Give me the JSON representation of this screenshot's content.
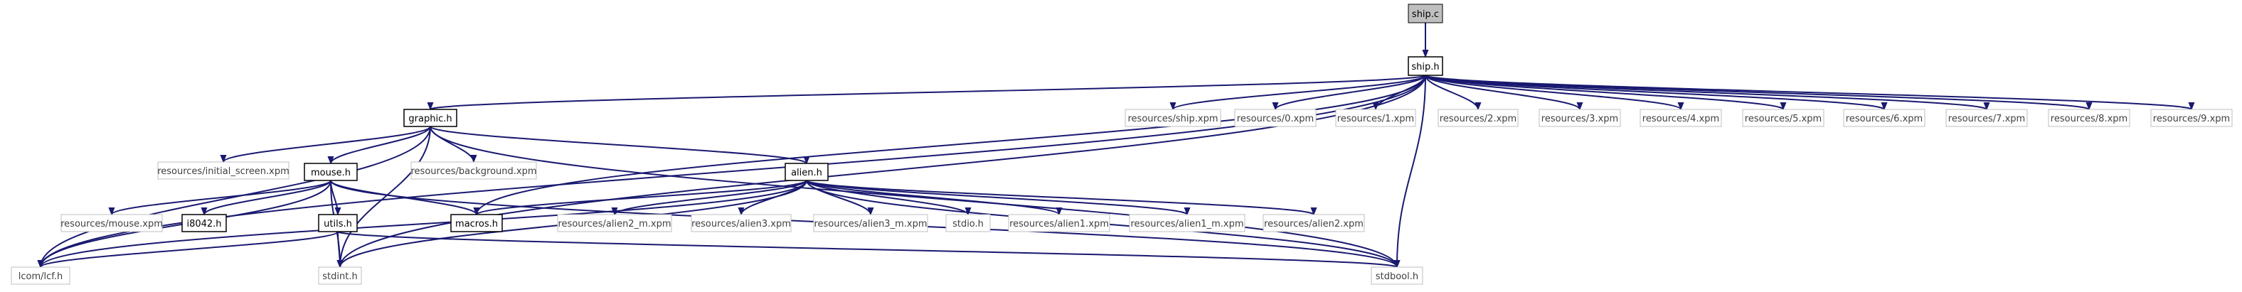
{
  "diagram": {
    "nodes": [
      {
        "id": "ship_c",
        "label": "ship.c",
        "style": "root"
      },
      {
        "id": "ship_h",
        "label": "ship.h",
        "style": "file"
      },
      {
        "id": "graphic_h",
        "label": "graphic.h",
        "style": "file"
      },
      {
        "id": "res_ship",
        "label": "resources/ship.xpm",
        "style": "missing"
      },
      {
        "id": "res_0",
        "label": "resources/0.xpm",
        "style": "missing"
      },
      {
        "id": "res_1",
        "label": "resources/1.xpm",
        "style": "missing"
      },
      {
        "id": "res_2",
        "label": "resources/2.xpm",
        "style": "missing"
      },
      {
        "id": "res_3",
        "label": "resources/3.xpm",
        "style": "missing"
      },
      {
        "id": "res_4",
        "label": "resources/4.xpm",
        "style": "missing"
      },
      {
        "id": "res_5",
        "label": "resources/5.xpm",
        "style": "missing"
      },
      {
        "id": "res_6",
        "label": "resources/6.xpm",
        "style": "missing"
      },
      {
        "id": "res_7",
        "label": "resources/7.xpm",
        "style": "missing"
      },
      {
        "id": "res_8",
        "label": "resources/8.xpm",
        "style": "missing"
      },
      {
        "id": "res_9",
        "label": "resources/9.xpm",
        "style": "missing"
      },
      {
        "id": "res_initial",
        "label": "resources/initial_screen.xpm",
        "style": "missing"
      },
      {
        "id": "res_background",
        "label": "resources/background.xpm",
        "style": "missing"
      },
      {
        "id": "mouse_h",
        "label": "mouse.h",
        "style": "file"
      },
      {
        "id": "alien_h",
        "label": "alien.h",
        "style": "file"
      },
      {
        "id": "res_mouse",
        "label": "resources/mouse.xpm",
        "style": "missing"
      },
      {
        "id": "i8042_h",
        "label": "i8042.h",
        "style": "file"
      },
      {
        "id": "utils_h",
        "label": "utils.h",
        "style": "file"
      },
      {
        "id": "macros_h",
        "label": "macros.h",
        "style": "file"
      },
      {
        "id": "res_alien2_m",
        "label": "resources/alien2_m.xpm",
        "style": "missing"
      },
      {
        "id": "res_alien3",
        "label": "resources/alien3.xpm",
        "style": "missing"
      },
      {
        "id": "res_alien3_m",
        "label": "resources/alien3_m.xpm",
        "style": "missing"
      },
      {
        "id": "stdio_h",
        "label": "stdio.h",
        "style": "missing"
      },
      {
        "id": "res_alien1",
        "label": "resources/alien1.xpm",
        "style": "missing"
      },
      {
        "id": "res_alien1_m",
        "label": "resources/alien1_m.xpm",
        "style": "missing"
      },
      {
        "id": "res_alien2",
        "label": "resources/alien2.xpm",
        "style": "missing"
      },
      {
        "id": "lcf_h",
        "label": "lcom/lcf.h",
        "style": "missing"
      },
      {
        "id": "stdint_h",
        "label": "stdint.h",
        "style": "missing"
      },
      {
        "id": "stdbool_h",
        "label": "stdbool.h",
        "style": "missing"
      }
    ],
    "edges": [
      {
        "from": "ship_c",
        "to": "ship_h"
      },
      {
        "from": "ship_h",
        "to": "graphic_h"
      },
      {
        "from": "ship_h",
        "to": "res_ship"
      },
      {
        "from": "ship_h",
        "to": "res_0"
      },
      {
        "from": "ship_h",
        "to": "res_1"
      },
      {
        "from": "ship_h",
        "to": "res_2"
      },
      {
        "from": "ship_h",
        "to": "res_3"
      },
      {
        "from": "ship_h",
        "to": "res_4"
      },
      {
        "from": "ship_h",
        "to": "res_5"
      },
      {
        "from": "ship_h",
        "to": "res_6"
      },
      {
        "from": "ship_h",
        "to": "res_7"
      },
      {
        "from": "ship_h",
        "to": "res_8"
      },
      {
        "from": "ship_h",
        "to": "res_9"
      },
      {
        "from": "ship_h",
        "to": "lcf_h"
      },
      {
        "from": "ship_h",
        "to": "stdint_h"
      },
      {
        "from": "ship_h",
        "to": "stdbool_h"
      },
      {
        "from": "ship_h",
        "to": "macros_h"
      },
      {
        "from": "graphic_h",
        "to": "res_initial"
      },
      {
        "from": "graphic_h",
        "to": "res_background"
      },
      {
        "from": "graphic_h",
        "to": "mouse_h"
      },
      {
        "from": "graphic_h",
        "to": "alien_h"
      },
      {
        "from": "graphic_h",
        "to": "lcf_h"
      },
      {
        "from": "graphic_h",
        "to": "stdint_h"
      },
      {
        "from": "graphic_h",
        "to": "stdbool_h"
      },
      {
        "from": "mouse_h",
        "to": "res_mouse"
      },
      {
        "from": "mouse_h",
        "to": "i8042_h"
      },
      {
        "from": "mouse_h",
        "to": "utils_h"
      },
      {
        "from": "mouse_h",
        "to": "macros_h"
      },
      {
        "from": "mouse_h",
        "to": "lcf_h"
      },
      {
        "from": "mouse_h",
        "to": "stdint_h"
      },
      {
        "from": "mouse_h",
        "to": "stdbool_h"
      },
      {
        "from": "alien_h",
        "to": "macros_h"
      },
      {
        "from": "alien_h",
        "to": "res_alien2_m"
      },
      {
        "from": "alien_h",
        "to": "res_alien3"
      },
      {
        "from": "alien_h",
        "to": "res_alien3_m"
      },
      {
        "from": "alien_h",
        "to": "stdio_h"
      },
      {
        "from": "alien_h",
        "to": "res_alien1"
      },
      {
        "from": "alien_h",
        "to": "res_alien1_m"
      },
      {
        "from": "alien_h",
        "to": "res_alien2"
      },
      {
        "from": "alien_h",
        "to": "lcf_h"
      },
      {
        "from": "alien_h",
        "to": "stdint_h"
      },
      {
        "from": "alien_h",
        "to": "stdbool_h"
      },
      {
        "from": "utils_h",
        "to": "lcf_h"
      },
      {
        "from": "utils_h",
        "to": "stdint_h"
      },
      {
        "from": "utils_h",
        "to": "stdbool_h"
      }
    ],
    "colors": {
      "edge": "#191970",
      "root_fill": "#bfbfbf",
      "file_border": "#000000",
      "missing_border": "#bfbfbf",
      "missing_text": "#404040",
      "text": "#000000"
    }
  }
}
